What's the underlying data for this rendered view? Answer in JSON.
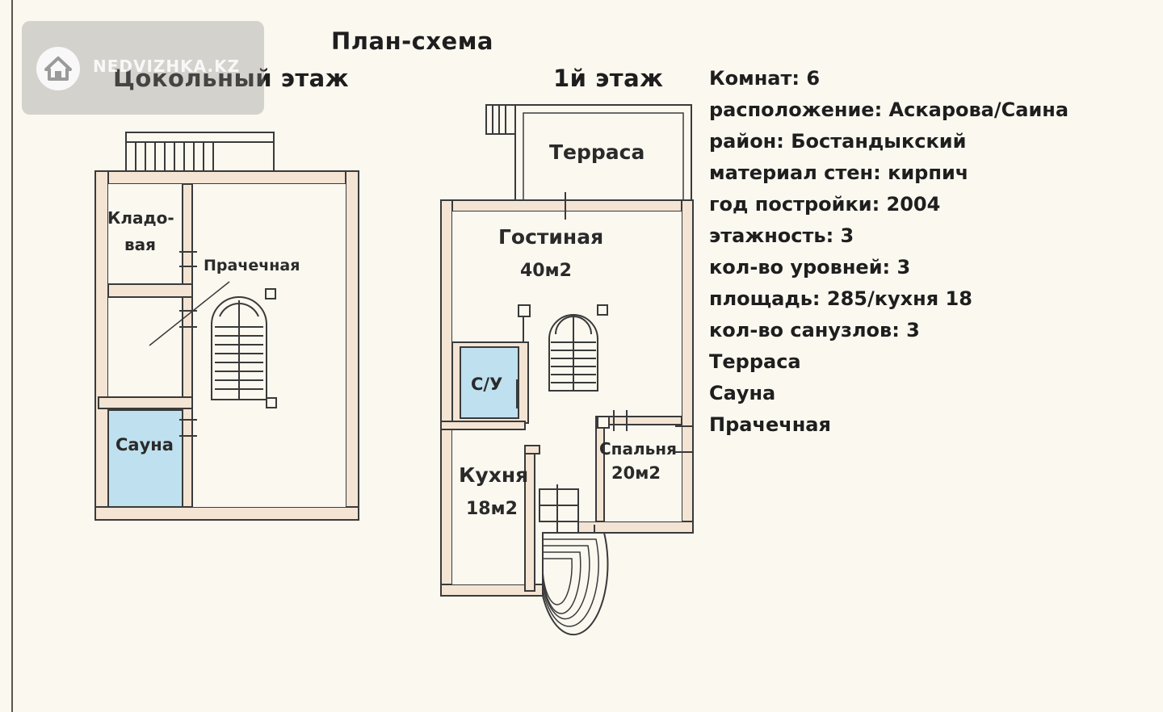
{
  "header": {
    "main_title": "План-схема",
    "basement_title": "Цокольный этаж",
    "first_floor_title": "1й этаж"
  },
  "watermark": {
    "text": "NEDVIZHKA.KZ",
    "icon": "home-icon"
  },
  "basement_rooms": {
    "storage_line1": "Кладо-",
    "storage_line2": "вая",
    "laundry": "Прачечная",
    "sauna": "Сауна"
  },
  "first_floor_rooms": {
    "terrace": "Терраса",
    "living": "Гостиная",
    "living_area": "40м2",
    "bathroom": "С/У",
    "kitchen": "Кухня",
    "kitchen_area": "18м2",
    "bedroom": "Спальня",
    "bedroom_area": "20м2"
  },
  "info": [
    {
      "key": "rooms",
      "text": "Комнат:  6"
    },
    {
      "key": "location",
      "text": "расположение:  Аскарова/Саина"
    },
    {
      "key": "district",
      "text": "район: Бостандыкский"
    },
    {
      "key": "wall_material",
      "text": "материал стен: кирпич"
    },
    {
      "key": "year_built",
      "text": "год постройки: 2004"
    },
    {
      "key": "floors",
      "text": "этажность: 3"
    },
    {
      "key": "levels",
      "text": "кол-во уровней: 3"
    },
    {
      "key": "area",
      "text": "площадь: 285/кухня 18"
    },
    {
      "key": "bathrooms",
      "text": "кол-во санузлов: 3"
    },
    {
      "key": "feature1",
      "text": "Терраса"
    },
    {
      "key": "feature2",
      "text": "Сауна"
    },
    {
      "key": "feature3",
      "text": "Прачечная"
    }
  ],
  "colors": {
    "background": "#fbf8f0",
    "wall_fill": "#f3e4d4",
    "wall_stroke": "#3a3a3a",
    "wet_room": "#bfe0ee"
  }
}
